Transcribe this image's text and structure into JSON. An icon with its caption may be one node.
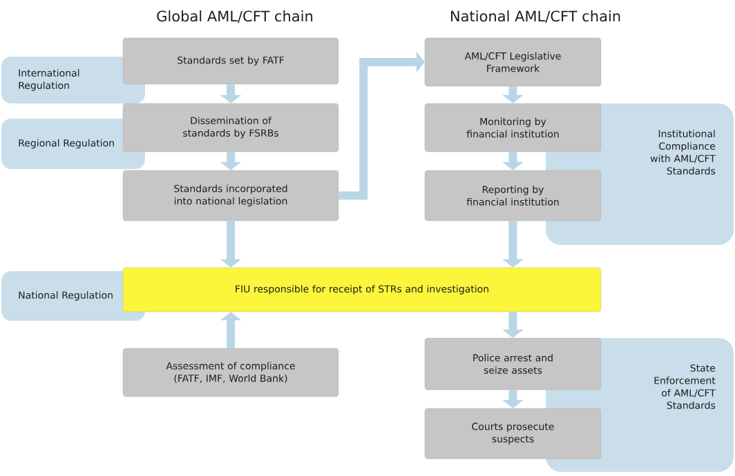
{
  "diagram": {
    "nodes": [
      {
        "text": [
          "International Regulation"
        ]
      },
      {
        "text": [
          "Standards set by FATF"
        ]
      },
      {
        "text": [
          "Regional Regulation"
        ]
      },
      {
        "text": [
          "Dissemination of standards by FSRBs"
        ]
      },
      {
        "text": [
          "Standards incorporated into national legislation"
        ]
      },
      {
        "text": [
          "National Regulation"
        ]
      },
      {
        "text": [
          "FIU responsible for receipt of STRs and investigation"
        ]
      },
      {
        "text": [
          "Assessment of compliance (FATF, IMF, World Bank)"
        ]
      },
      {
        "text": [
          "AML/CFT Legislative Framework"
        ]
      },
      {
        "text": [
          "Institutional Compliance with AML/CFT Standards"
        ]
      },
      {
        "text": [
          "Monitoring by financial institution"
        ]
      },
      {
        "text": [
          "Reporting by financial institution"
        ]
      },
      {
        "text": [
          "State Enforcement of AML/CFT Standards"
        ]
      },
      {
        "text": [
          "Police arrest and seize assets"
        ]
      },
      {
        "text": [
          "Courts prosecute suspects"
        ]
      }
    ],
    "edges": [
      {
        "from": 1,
        "to": 3,
        "arrow": "to"
      },
      {
        "from": 3,
        "to": 4,
        "arrow": "to"
      },
      {
        "from": 4,
        "to": 6,
        "arrow": "to"
      },
      {
        "from": 7,
        "to": 6,
        "arrow": "to"
      },
      {
        "from": 4,
        "to": 8,
        "arrow": "to"
      },
      {
        "from": 8,
        "to": 10,
        "arrow": "to"
      },
      {
        "from": 10,
        "to": 11,
        "arrow": "to"
      },
      {
        "from": 11,
        "to": 6,
        "arrow": "to"
      },
      {
        "from": 6,
        "to": 13,
        "arrow": "to"
      },
      {
        "from": 13,
        "to": 14,
        "arrow": "to"
      }
    ],
    "labels": [
      "Global AML/CFT chain",
      "National AML/CFT chain"
    ]
  }
}
